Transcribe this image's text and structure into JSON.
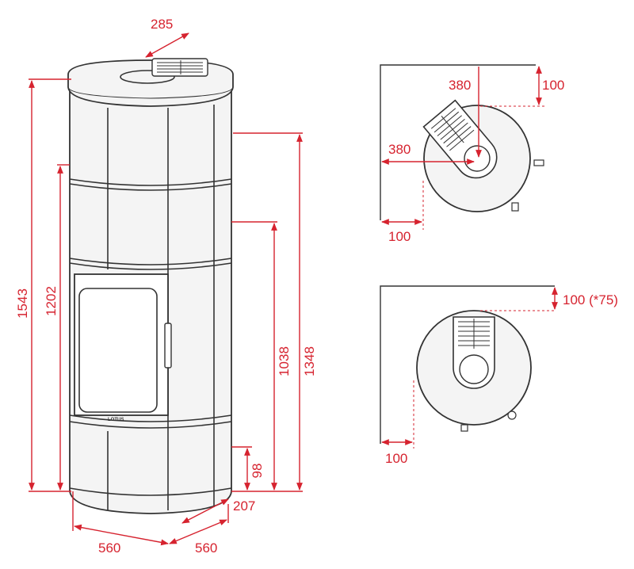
{
  "dimensions": {
    "width_top": "285",
    "height_total": "1543",
    "height_outlet": "1202",
    "height_rear_outlet": "1348",
    "height_inlet": "1038",
    "height_base": "98",
    "depth_offset": "207",
    "width_left": "560",
    "width_right": "560"
  },
  "plan_corner": {
    "wall_x": "380",
    "wall_y": "380",
    "clear_top": "100",
    "clear_side": "100"
  },
  "plan_wall": {
    "clear_top": "100 (*75)",
    "clear_side": "100"
  },
  "brand_label": "LOTUS",
  "colors": {
    "dimension": "#d6232f",
    "outline": "#333333",
    "fill": "#f4f4f4"
  }
}
